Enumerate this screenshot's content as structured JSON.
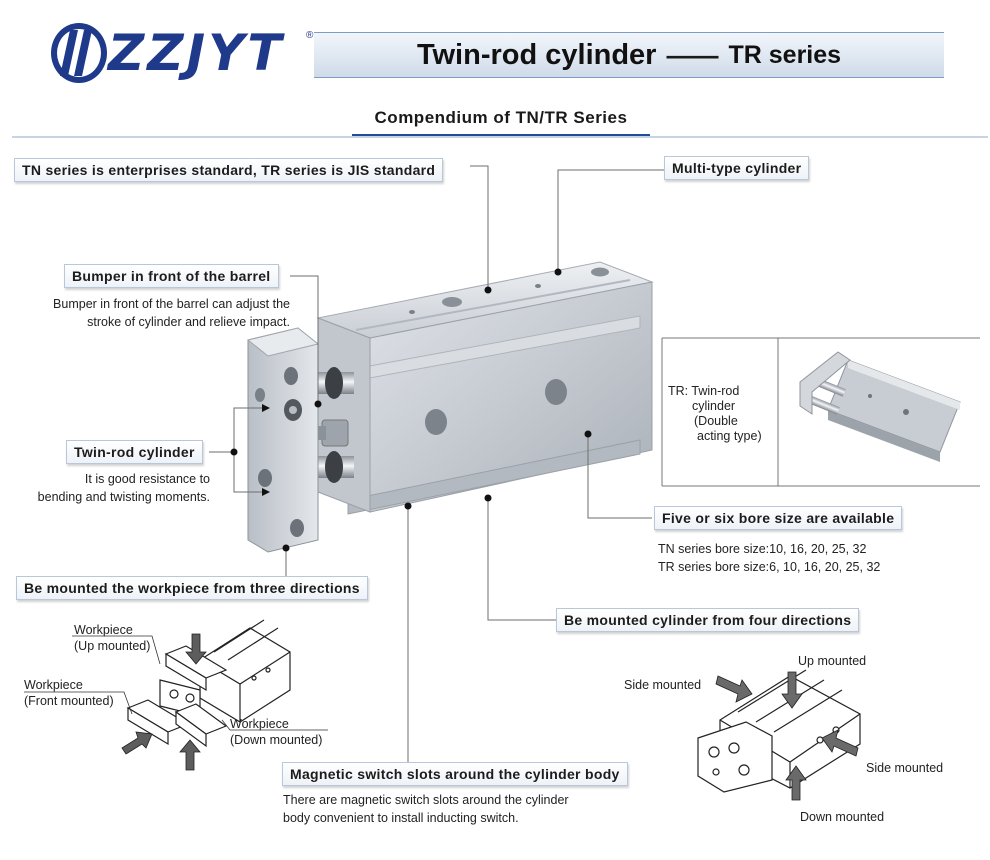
{
  "brand": {
    "name": "ZZJYT",
    "registered": "®"
  },
  "header": {
    "title": "Twin-rod cylinder",
    "separator": "——",
    "subtitle": "TR series"
  },
  "compendium": "Compendium of TN/TR Series",
  "features": {
    "standard": "TN series is enterprises standard, TR series is JIS standard",
    "multitype": "Multi-type cylinder",
    "bumper": {
      "title": "Bumper in front of the barrel",
      "desc1": "Bumper in front of the barrel can adjust the",
      "desc2": "stroke of cylinder and relieve impact."
    },
    "twinrod": {
      "title": "Twin-rod cylinder",
      "desc1": "It is good resistance to",
      "desc2": "bending and twisting moments."
    },
    "tr_note": {
      "line1": "TR: Twin-rod",
      "line2": "cylinder",
      "line3": "(Double",
      "line4": "acting type)"
    },
    "bore": {
      "title": "Five or six bore size are available",
      "tn": "TN series bore size:10, 16, 20, 25, 32",
      "tr": "TR series bore size:6, 10, 16, 20, 25, 32"
    },
    "workpiece_mount": {
      "title": "Be mounted the workpiece from three directions",
      "up1": "Workpiece",
      "up2": "(Up mounted)",
      "front1": "Workpiece",
      "front2": "(Front mounted)",
      "down1": "Workpiece",
      "down2": "(Down mounted)"
    },
    "cylinder_mount": {
      "title": "Be mounted cylinder from four directions",
      "up": "Up mounted",
      "side_left": "Side mounted",
      "side_right": "Side mounted",
      "down": "Down mounted"
    },
    "magnetic": {
      "title": "Magnetic switch slots around the cylinder body",
      "desc1": "There are magnetic switch slots around the cylinder",
      "desc2": "body convenient to install inducting switch."
    }
  }
}
